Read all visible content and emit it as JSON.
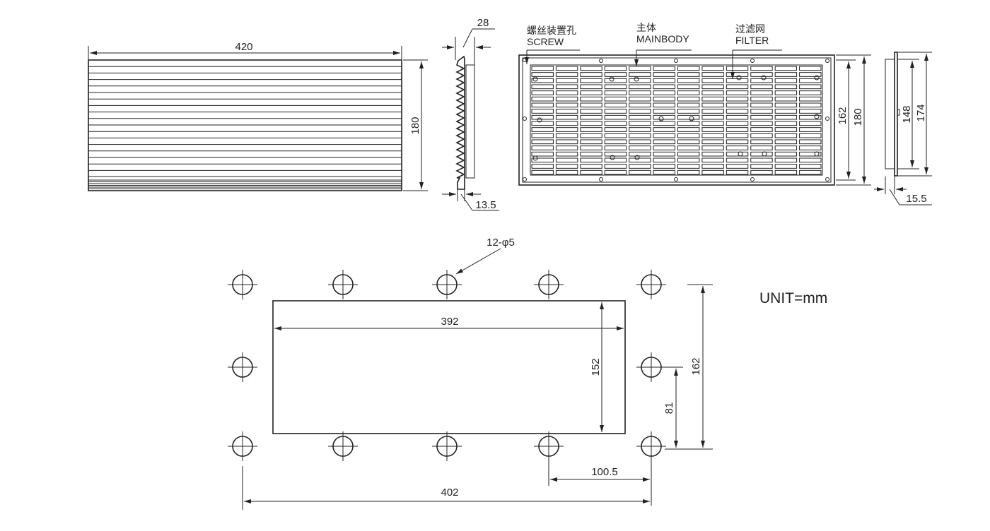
{
  "front_view": {
    "width_dim": "420",
    "height_dim": "180"
  },
  "side_view": {
    "depth_dim": "28",
    "thickness_dim": "13.5"
  },
  "rear_view": {
    "screw_label_cn": "螺丝装置孔",
    "screw_label_en": "SCREW",
    "mainbody_label_cn": "主体",
    "mainbody_label_en": "MAINBODY",
    "filter_label_cn": "过滤网",
    "filter_label_en": "FILTER",
    "inner_height_dim": "162",
    "outer_height_dim": "180"
  },
  "profile_view": {
    "inner_dim": "148",
    "outer_dim": "174",
    "depth_dim": "15.5"
  },
  "cutout": {
    "holes_label": "12-φ5",
    "cutout_width_dim": "392",
    "cutout_height_dim": "152",
    "hole_span_v_dim": "162",
    "hole_half_v_dim": "81",
    "hole_pitch_dim": "100.5",
    "hole_span_h_dim": "402"
  },
  "unit_label": "UNIT=mm",
  "colors": {
    "line": "#222222",
    "fill_light": "#e6e6e6"
  }
}
